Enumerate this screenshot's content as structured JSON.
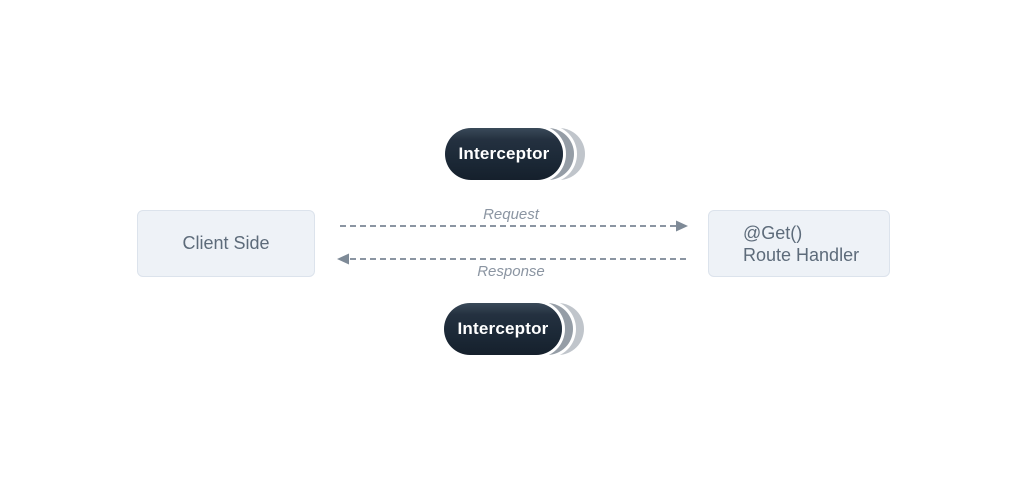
{
  "diagram": {
    "nodes": {
      "interceptor_top": {
        "label": "Interceptor"
      },
      "interceptor_bottom": {
        "label": "Interceptor"
      },
      "client": {
        "label": "Client Side"
      },
      "handler": {
        "line1": "@Get()",
        "line2": "Route Handler"
      }
    },
    "edges": {
      "request": {
        "label": "Request",
        "direction": "left-to-right"
      },
      "response": {
        "label": "Response",
        "direction": "right-to-left"
      }
    },
    "colors": {
      "background": "#ffffff",
      "interceptor_fill": "#1c2937",
      "interceptor_layer_mid": "#959da6",
      "interceptor_layer_outer": "#c0c5cb",
      "interceptor_text": "#ffffff",
      "box_fill": "#eef2f7",
      "box_border": "#dce3ec",
      "box_text": "#5d6b7a",
      "arrow": "#8b95a2"
    }
  }
}
